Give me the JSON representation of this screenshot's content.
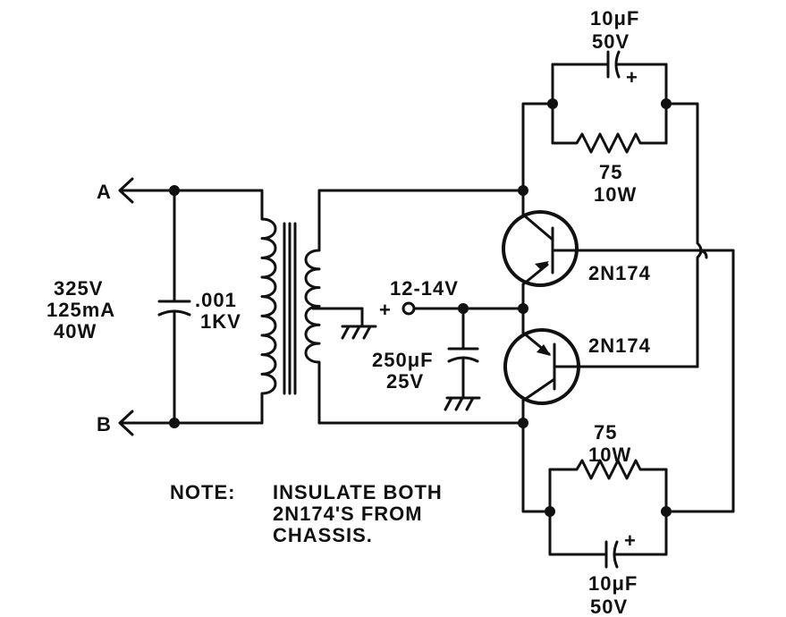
{
  "terminals": {
    "a": "A",
    "b": "B",
    "dc_input": "12-14V",
    "dc_plus": "+"
  },
  "input_rating": [
    "325V",
    "125mA",
    "40W"
  ],
  "input_capacitor": [
    ".001",
    "1KV"
  ],
  "filter_capacitor": [
    "250μF",
    "25V"
  ],
  "top_capacitor": [
    "10μF",
    "50V"
  ],
  "top_capacitor_polarity": "+",
  "top_resistor": [
    "75",
    "10W"
  ],
  "transistor_top": "2N174",
  "transistor_bottom": "2N174",
  "bottom_resistor": [
    "75",
    "10W"
  ],
  "bottom_capacitor": [
    "10μF",
    "50V"
  ],
  "bottom_capacitor_polarity": "+",
  "note": {
    "label": "NOTE:",
    "lines": [
      "INSULATE BOTH",
      "2N174'S FROM",
      "CHASSIS."
    ]
  }
}
